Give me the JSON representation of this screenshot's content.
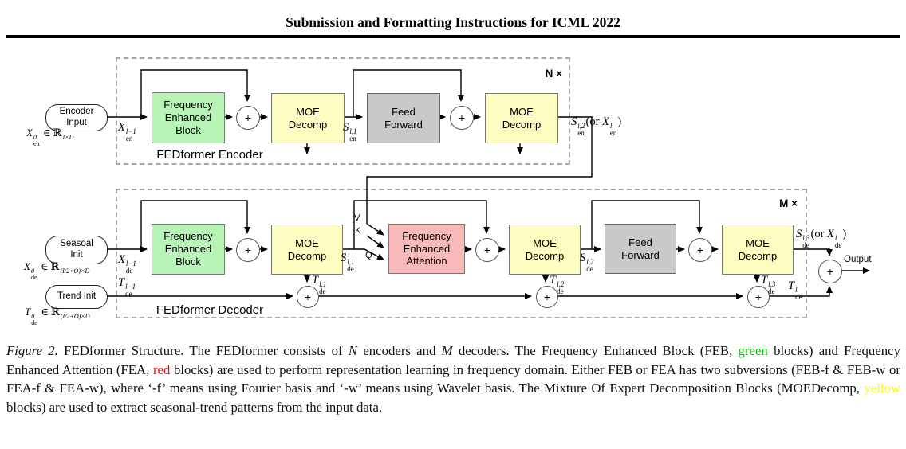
{
  "colors": {
    "feb-green": "#b8f3b8",
    "fea-red": "#f7b9b9",
    "moe-yellow": "#fdfdc2",
    "ff-gray": "#c9c9c9",
    "cap-green": "#00cc00",
    "cap-red": "#ee1111",
    "cap-yellow": "#ffff00",
    "rule-black": "#000000",
    "dash-gray": "#a6a6a6"
  },
  "header": {
    "title": "Submission and Formatting Instructions for ICML 2022"
  },
  "figure": {
    "plus_sign": "+",
    "output_label": "Output",
    "attention_inputs": {
      "v": "V",
      "k": "K",
      "q": "Q"
    },
    "encoder": {
      "section_label": "FEDformer Encoder",
      "repeat_label": "N ×",
      "input_pill": "Encoder\nInput",
      "feb_block": "Frequency\nEnhanced\nBlock",
      "moe_block_1": "MOE\nDecomp",
      "ff_block": "Feed\nForward",
      "moe_block_2": "MOE\nDecomp"
    },
    "decoder": {
      "section_label": "FEDformer Decoder",
      "repeat_label": "M ×",
      "seasonal_pill": "Seasoal\nInit",
      "trend_pill": "Trend Init",
      "feb_block": "Frequency\nEnhanced\nBlock",
      "moe_block_1": "MOE\nDecomp",
      "fea_block": "Frequency\nEnhanced\nAttention",
      "moe_block_2": "MOE\nDecomp",
      "ff_block": "Feed\nForward",
      "moe_block_3": "MOE\nDecomp"
    },
    "math": {
      "enc_in_dim": [
        {
          "t": "X",
          "i": true
        },
        {
          "sup": "0",
          "sub": "en"
        },
        {
          "t": " ∈ ℝ"
        },
        {
          "sup": "I×D"
        }
      ],
      "enc_x_prev": [
        {
          "t": "X",
          "i": true
        },
        {
          "sup": "l−1",
          "sub": "en"
        }
      ],
      "s_en_l1": [
        {
          "t": "S",
          "i": true
        },
        {
          "sup": "l,1",
          "sub": "en"
        }
      ],
      "s_en_l2": [
        {
          "t": "S",
          "i": true
        },
        {
          "sup": "l,2",
          "sub": "en"
        },
        {
          "t": "(or "
        },
        {
          "t": "X",
          "i": true
        },
        {
          "sup": "l",
          "sub": "en"
        },
        {
          "t": ")"
        }
      ],
      "dec_in_dim": [
        {
          "t": "X",
          "i": true
        },
        {
          "sup": "0",
          "sub": "de"
        },
        {
          "t": " ∈ ℝ"
        },
        {
          "sup": "(I/2+O)×D"
        }
      ],
      "trend_in_dim": [
        {
          "t": "T",
          "i": true
        },
        {
          "sup": "0",
          "sub": "de"
        },
        {
          "t": " ∈ ℝ"
        },
        {
          "sup": "(I/2+O)×D"
        }
      ],
      "dec_x_prev": [
        {
          "t": "X",
          "i": true
        },
        {
          "sup": "l−1",
          "sub": "de"
        }
      ],
      "trend_prev": [
        {
          "t": "T",
          "i": true
        },
        {
          "sup": "l−1",
          "sub": "de"
        }
      ],
      "s_de_l1": [
        {
          "t": "S",
          "i": true
        },
        {
          "sup": "l,1",
          "sub": "de"
        }
      ],
      "s_de_l2": [
        {
          "t": "S",
          "i": true
        },
        {
          "sup": "l,2",
          "sub": "de"
        }
      ],
      "s_de_l3": [
        {
          "t": "S",
          "i": true
        },
        {
          "sup": "l,3",
          "sub": "de"
        },
        {
          "t": "(or "
        },
        {
          "t": "X",
          "i": true
        },
        {
          "sup": "l",
          "sub": "de"
        },
        {
          "t": ")"
        }
      ],
      "t_de_l1": [
        {
          "t": "T",
          "i": true
        },
        {
          "sup": "l,1",
          "sub": "de"
        }
      ],
      "t_de_l2": [
        {
          "t": "T",
          "i": true
        },
        {
          "sup": "l,2",
          "sub": "de"
        }
      ],
      "t_de_l3": [
        {
          "t": "T",
          "i": true
        },
        {
          "sup": "l,3",
          "sub": "de"
        }
      ],
      "t_de_l": [
        {
          "t": "T",
          "i": true
        },
        {
          "sup": "l",
          "sub": "de"
        }
      ]
    }
  },
  "caption": {
    "segments": [
      {
        "t": "Figure 2.",
        "cls": "it"
      },
      {
        "t": " FEDformer Structure. The FEDformer consists of "
      },
      {
        "t": "N",
        "cls": "mathit"
      },
      {
        "t": " encoders and "
      },
      {
        "t": "M",
        "cls": "mathit"
      },
      {
        "t": " decoders. The Frequency Enhanced Block (FEB, "
      },
      {
        "t": "green",
        "cls": "green"
      },
      {
        "t": " blocks) and Frequency Enhanced Attention (FEA, "
      },
      {
        "t": "red",
        "cls": "red"
      },
      {
        "t": " blocks) are used to perform representation learning in frequency domain. Either FEB or FEA has two subversions (FEB-f & FEB-w or FEA-f & FEA-w), where ‘-f’ means using Fourier basis and ‘-w’ means using Wavelet basis. The Mixture Of Expert Decomposition Blocks (MOEDecomp, "
      },
      {
        "t": "yellow",
        "cls": "yellow"
      },
      {
        "t": " blocks) are used to extract seasonal-trend patterns from the input data."
      }
    ]
  }
}
